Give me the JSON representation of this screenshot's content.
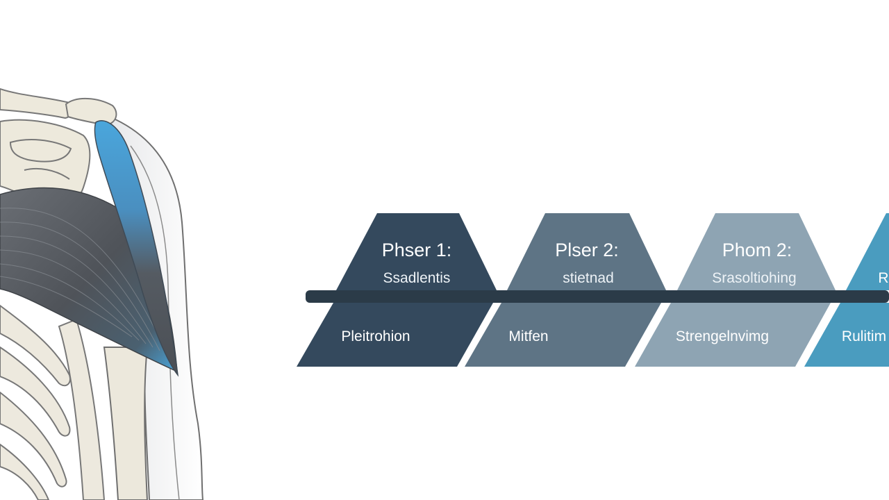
{
  "phases": [
    {
      "title": "Phser 1:",
      "subtitle": "Ssadlentis",
      "name": "Pleitrohion",
      "color": "#34495d"
    },
    {
      "title": "Plser 2:",
      "subtitle": "stietnad",
      "name": "Mitfen",
      "color": "#5e7485"
    },
    {
      "title": "Phom 2:",
      "subtitle": "Srasoltiohing",
      "name": "Strengelnvimg",
      "color": "#8ea4b3"
    },
    {
      "title": "R",
      "subtitle": "",
      "name": "Rulitim",
      "color": "#4a9cbf"
    }
  ],
  "colors": {
    "background": "#ffffff",
    "timeline_bar": "#2b3b48",
    "muscle_dark": "#55595f",
    "muscle_accent": "#4aa6dc",
    "bone": "#ece8dc",
    "bone_outline": "#7a7a7a"
  }
}
